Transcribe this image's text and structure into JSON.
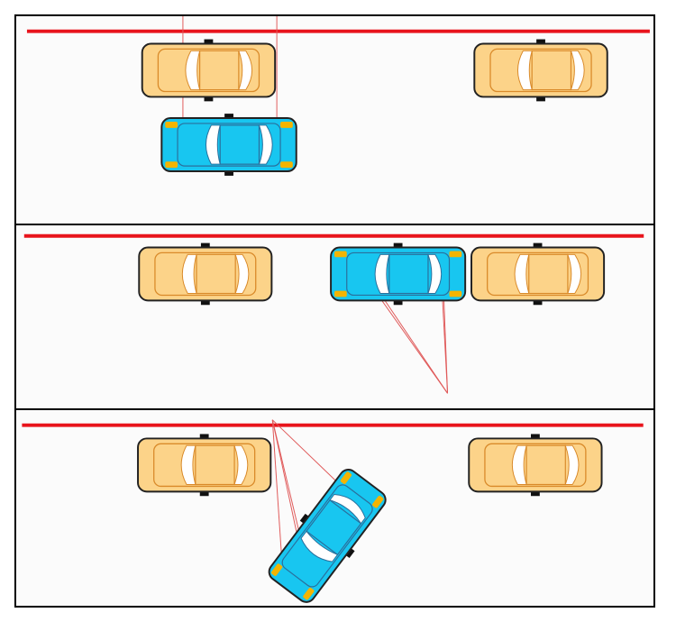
{
  "figure": {
    "panels": [
      {
        "id": "p1",
        "step": 1
      },
      {
        "id": "p2",
        "step": 2
      },
      {
        "id": "p3",
        "step": 3
      }
    ]
  },
  "colors": {
    "curb": "#e8141c",
    "parked_car": "#fcd389",
    "parked_outline": "#d98a2a",
    "maneuvering_car": "#18c6f0",
    "maneuvering_outline": "#2a6f9c",
    "lights": "#f4b400",
    "guide_line": "#e05a5a",
    "window": "#ffffff",
    "tire": "#111111"
  },
  "icons": {
    "parked": "parked-car-icon",
    "maneuvering": "maneuvering-car-icon"
  }
}
